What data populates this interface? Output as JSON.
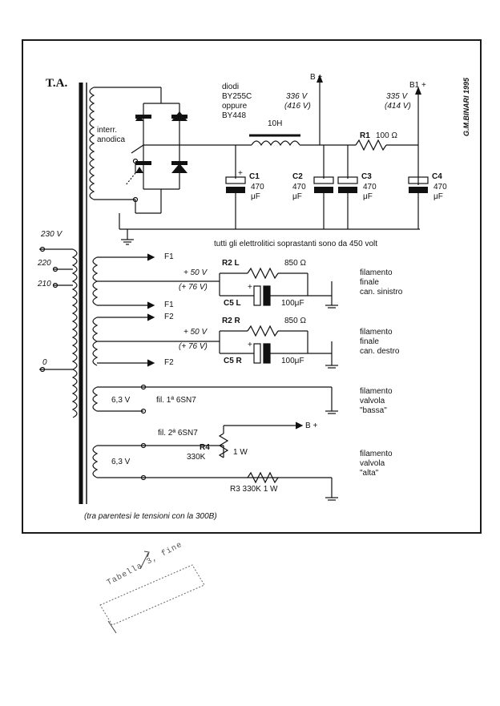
{
  "title": "T.A.",
  "author_note": "G.M.BINARI 1995",
  "diodes": [
    "diodi",
    "BY255C",
    "oppure",
    "BY448"
  ],
  "switch_label": [
    "interr.",
    "anodica"
  ],
  "choke": "10H",
  "b_plus": {
    "label": "B +",
    "v1": "336 V",
    "v2": "(416 V)"
  },
  "b1_plus": {
    "label": "B1 +",
    "v1": "335 V",
    "v2": "(414 V)"
  },
  "r1": {
    "name": "R1",
    "value": "100 Ω"
  },
  "capacitors": [
    {
      "name": "C1",
      "val": "470",
      "unit": "μF"
    },
    {
      "name": "C2",
      "val": "470",
      "unit": "μF"
    },
    {
      "name": "C3",
      "val": "470",
      "unit": "μF"
    },
    {
      "name": "C4",
      "val": "470",
      "unit": "μF"
    }
  ],
  "electrolytic_note": "tutti gli elettrolitici soprastanti sono da 450 volt",
  "primary_taps": [
    "230 V",
    "220",
    "210",
    "0"
  ],
  "section_left": {
    "f_top": "F1",
    "f_bottom": "F1",
    "r": "R2 L",
    "r_val": "850 Ω",
    "v1": "+ 50 V",
    "v2": "(+ 76 V)",
    "c": "C5 L",
    "c_val": "100μF",
    "desc": [
      "filamento",
      "finale",
      "can. sinistro"
    ]
  },
  "section_right": {
    "f_top": "F2",
    "f_bottom": "F2",
    "r": "R2 R",
    "r_val": "850 Ω",
    "v1": "+ 50 V",
    "v2": "(+ 76 V)",
    "c": "C5 R",
    "c_val": "100μF",
    "desc": [
      "filamento",
      "finale",
      "can. destro"
    ]
  },
  "fil1": {
    "volt": "6,3 V",
    "label": "fil. 1ª 6SN7",
    "desc": [
      "filamento",
      "valvola",
      "\"bassa\""
    ]
  },
  "fil2": {
    "volt": "6,3 V",
    "label": "fil. 2ª 6SN7",
    "desc": [
      "filamento",
      "valvola",
      "\"alta\""
    ]
  },
  "r4": {
    "name": "R4",
    "value": "330K",
    "watt": "1 W"
  },
  "r3": {
    "label": "R3 330K 1 W"
  },
  "b_plus_small": "B +",
  "plus_sign": "+",
  "footnote": "(tra parentesi le tensioni con la 300B)",
  "stamp": "Tabella 3, fine"
}
